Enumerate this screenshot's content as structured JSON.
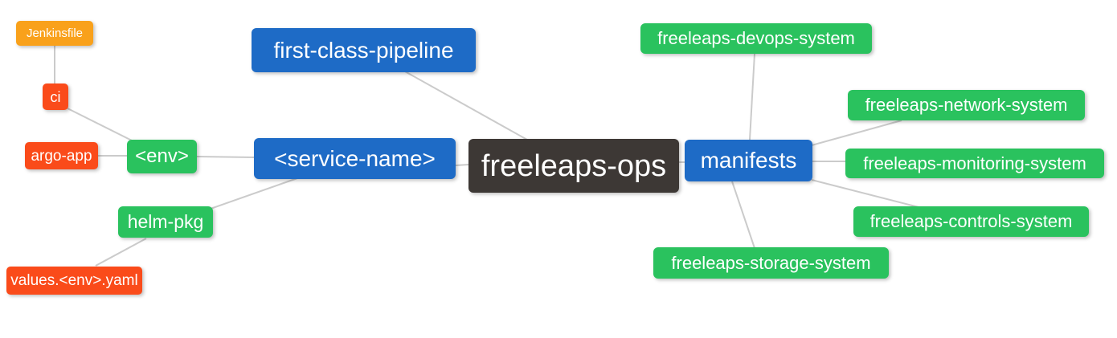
{
  "diagram": {
    "type": "mindmap",
    "root": "freeleaps_ops",
    "palette": {
      "blue": "#1E6BC6",
      "green": "#2AC25E",
      "orange": "#F9A11B",
      "red": "#FA4B1A",
      "dark": "#3D3835",
      "edge": "#CBCBCB",
      "background": "#FFFFFF",
      "text": "#FFFFFF"
    },
    "nodes": {
      "jenkinsfile": {
        "label": "Jenkinsfile",
        "color": "orange"
      },
      "ci": {
        "label": "ci",
        "color": "red"
      },
      "argo_app": {
        "label": "argo-app",
        "color": "red"
      },
      "env": {
        "label": "<env>",
        "color": "green"
      },
      "helm_pkg": {
        "label": "helm-pkg",
        "color": "green"
      },
      "values_env_yaml": {
        "label": "values.<env>.yaml",
        "color": "red"
      },
      "first_class_pipeline": {
        "label": "first-class-pipeline",
        "color": "blue"
      },
      "service_name": {
        "label": "<service-name>",
        "color": "blue"
      },
      "freeleaps_ops": {
        "label": "freeleaps-ops",
        "color": "dark"
      },
      "manifests": {
        "label": "manifests",
        "color": "blue"
      },
      "devops_system": {
        "label": "freeleaps-devops-system",
        "color": "green"
      },
      "network_system": {
        "label": "freeleaps-network-system",
        "color": "green"
      },
      "monitoring_system": {
        "label": "freeleaps-monitoring-system",
        "color": "green"
      },
      "controls_system": {
        "label": "freeleaps-controls-system",
        "color": "green"
      },
      "storage_system": {
        "label": "freeleaps-storage-system",
        "color": "green"
      }
    },
    "edges": [
      {
        "from": "jenkinsfile",
        "to": "ci"
      },
      {
        "from": "ci",
        "to": "env"
      },
      {
        "from": "argo_app",
        "to": "env"
      },
      {
        "from": "env",
        "to": "service_name"
      },
      {
        "from": "service_name",
        "to": "helm_pkg"
      },
      {
        "from": "helm_pkg",
        "to": "values_env_yaml"
      },
      {
        "from": "service_name",
        "to": "freeleaps_ops"
      },
      {
        "from": "first_class_pipeline",
        "to": "freeleaps_ops"
      },
      {
        "from": "freeleaps_ops",
        "to": "manifests"
      },
      {
        "from": "manifests",
        "to": "devops_system"
      },
      {
        "from": "manifests",
        "to": "network_system"
      },
      {
        "from": "manifests",
        "to": "monitoring_system"
      },
      {
        "from": "manifests",
        "to": "controls_system"
      },
      {
        "from": "manifests",
        "to": "storage_system"
      }
    ]
  }
}
